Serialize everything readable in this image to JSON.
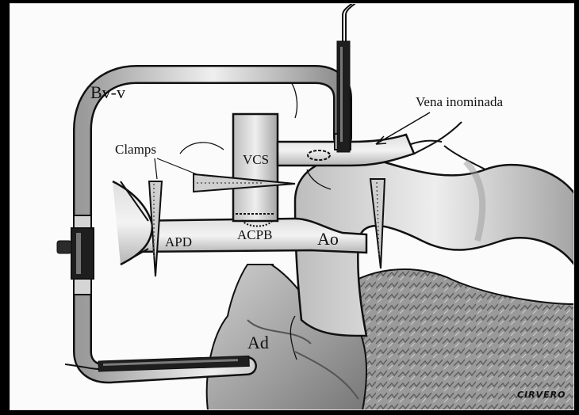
{
  "labels": {
    "bypass": "Bv-v",
    "vena_inominada": "Vena inominada",
    "clamps": "Clamps",
    "vcs": "VCS",
    "apd": "APD",
    "acpb": "ACPB",
    "ao": "Ao",
    "ad": "Ad"
  },
  "signature": "CIRVERO",
  "colors": {
    "vessel_fill": "#c9c9c9",
    "vessel_light": "#e6e6e6",
    "tube_fill": "#d8d8d8",
    "cannula_dark": "#1e1e1e",
    "heart_fill": "#a8a8a8",
    "heart_dark": "#6a6a6a",
    "outline": "#111111"
  }
}
